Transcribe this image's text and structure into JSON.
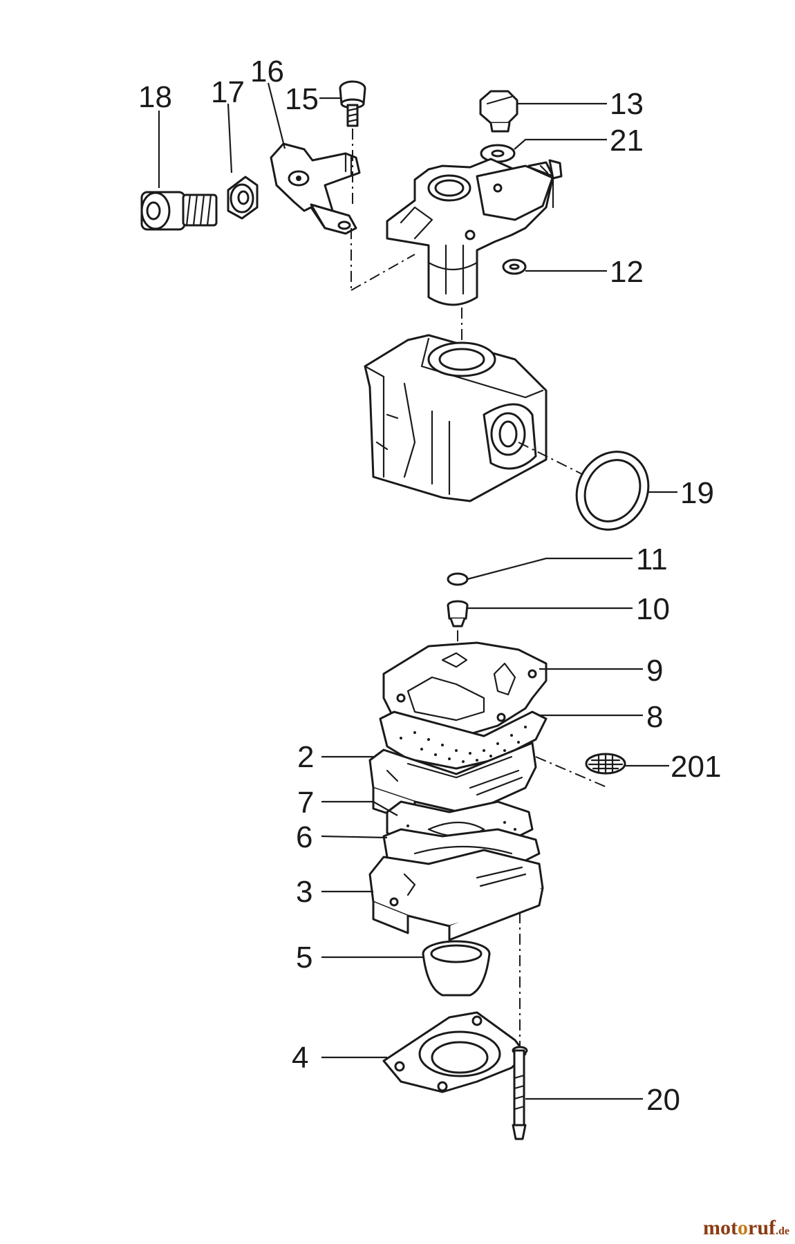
{
  "diagram": {
    "parts": [
      {
        "id": "p18",
        "label": "18"
      },
      {
        "id": "p17",
        "label": "17"
      },
      {
        "id": "p16",
        "label": "16"
      },
      {
        "id": "p15",
        "label": "15"
      },
      {
        "id": "p13",
        "label": "13"
      },
      {
        "id": "p21",
        "label": "21"
      },
      {
        "id": "p12",
        "label": "12"
      },
      {
        "id": "p19",
        "label": "19"
      },
      {
        "id": "p11",
        "label": "11"
      },
      {
        "id": "p10",
        "label": "10"
      },
      {
        "id": "p9",
        "label": "9"
      },
      {
        "id": "p8",
        "label": "8"
      },
      {
        "id": "p2",
        "label": "2"
      },
      {
        "id": "p201",
        "label": "201"
      },
      {
        "id": "p7",
        "label": "7"
      },
      {
        "id": "p6",
        "label": "6"
      },
      {
        "id": "p3",
        "label": "3"
      },
      {
        "id": "p5",
        "label": "5"
      },
      {
        "id": "p4",
        "label": "4"
      },
      {
        "id": "p20",
        "label": "20"
      }
    ]
  },
  "watermark": {
    "part1": "mot",
    "part2": "o",
    "part3": "ruf",
    "suffix": ".de"
  }
}
